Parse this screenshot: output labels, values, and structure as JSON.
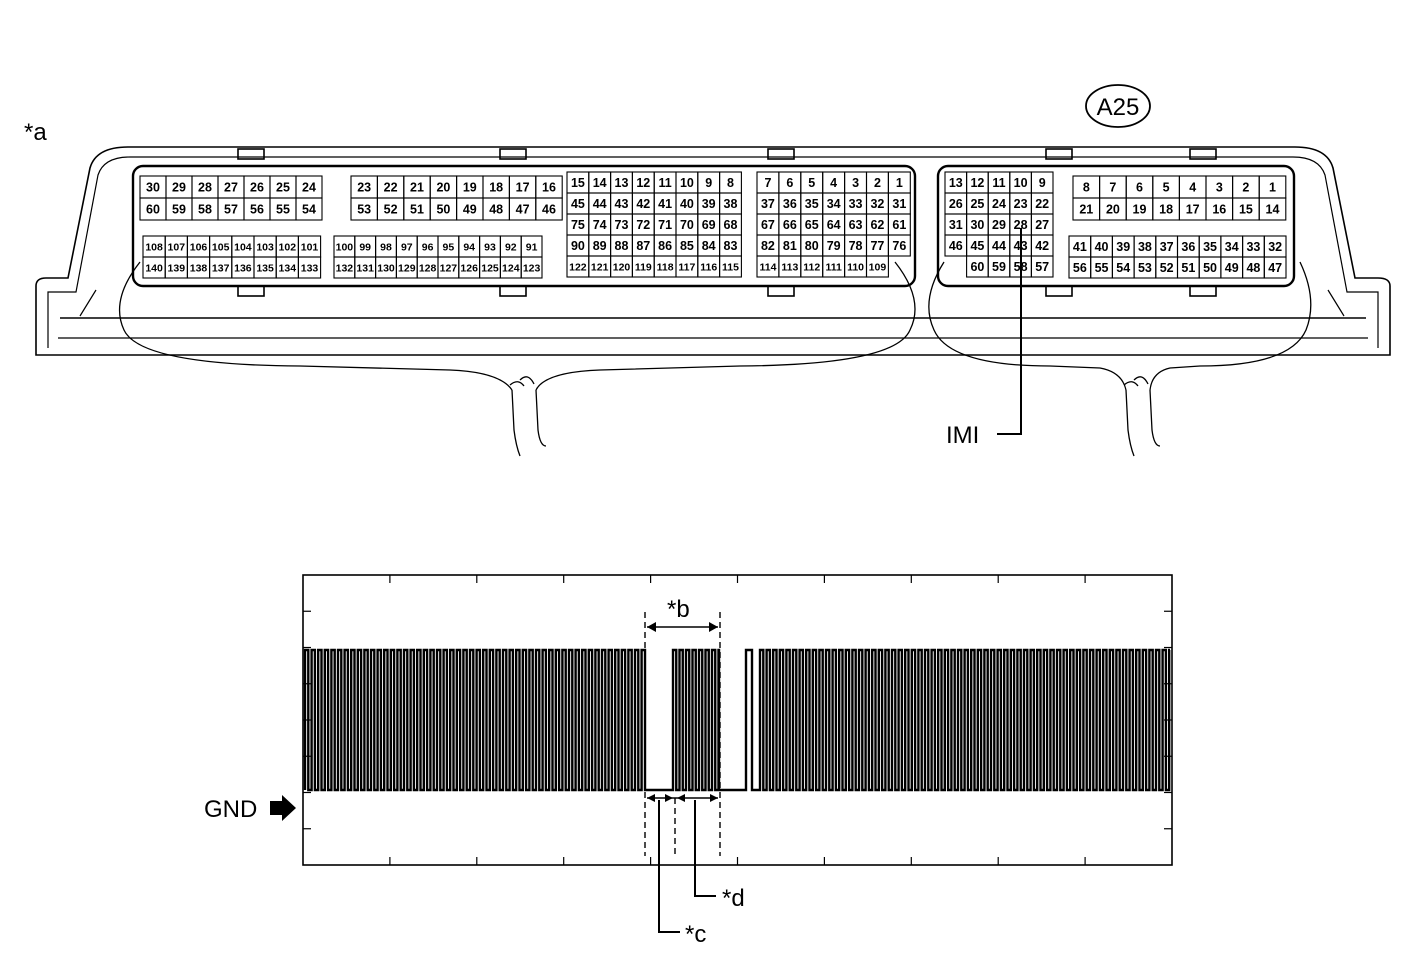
{
  "labels": {
    "a": "*a",
    "b": "*b",
    "c": "*c",
    "d": "*d",
    "connector": "A25",
    "imi": "IMI",
    "gnd": "GND"
  },
  "connector_left": {
    "blocks": [
      {
        "rows": [
          [
            "30",
            "29",
            "28",
            "27",
            "26",
            "25",
            "24"
          ],
          [
            "60",
            "59",
            "58",
            "57",
            "56",
            "55",
            "54"
          ]
        ]
      },
      {
        "rows": [
          [
            "108",
            "107",
            "106",
            "105",
            "104",
            "103",
            "102",
            "101"
          ],
          [
            "140",
            "139",
            "138",
            "137",
            "136",
            "135",
            "134",
            "133"
          ]
        ]
      },
      {
        "rows": [
          [
            "23",
            "22",
            "21",
            "20",
            "19",
            "18",
            "17",
            "16"
          ],
          [
            "53",
            "52",
            "51",
            "50",
            "49",
            "48",
            "47",
            "46"
          ]
        ]
      },
      {
        "rows": [
          [
            "100",
            "99",
            "98",
            "97",
            "96",
            "95",
            "94",
            "93",
            "92",
            "91"
          ],
          [
            "132",
            "131",
            "130",
            "129",
            "128",
            "127",
            "126",
            "125",
            "124",
            "123"
          ]
        ]
      },
      {
        "rows": [
          [
            "15",
            "14",
            "13",
            "12",
            "11",
            "10",
            "9",
            "8"
          ],
          [
            "45",
            "44",
            "43",
            "42",
            "41",
            "40",
            "39",
            "38"
          ],
          [
            "75",
            "74",
            "73",
            "72",
            "71",
            "70",
            "69",
            "68"
          ],
          [
            "90",
            "89",
            "88",
            "87",
            "86",
            "85",
            "84",
            "83"
          ],
          [
            "122",
            "121",
            "120",
            "119",
            "118",
            "117",
            "116",
            "115"
          ]
        ]
      },
      {
        "rows": [
          [
            "7",
            "6",
            "5",
            "4",
            "3",
            "2",
            "1"
          ],
          [
            "37",
            "36",
            "35",
            "34",
            "33",
            "32",
            "31"
          ],
          [
            "67",
            "66",
            "65",
            "64",
            "63",
            "62",
            "61"
          ],
          [
            "82",
            "81",
            "80",
            "79",
            "78",
            "77",
            "76"
          ],
          [
            "114",
            "113",
            "112",
            "111",
            "110",
            "109"
          ]
        ]
      }
    ]
  },
  "connector_right": {
    "blocks": [
      {
        "rows": [
          [
            "13",
            "12",
            "11",
            "10",
            "9"
          ],
          [
            "26",
            "25",
            "24",
            "23",
            "22"
          ],
          [
            "31",
            "30",
            "29",
            "28",
            "27"
          ],
          [
            "46",
            "45",
            "44",
            "43",
            "42"
          ],
          [
            "",
            "60",
            "59",
            "58",
            "57"
          ]
        ]
      },
      {
        "rows": [
          [
            "8",
            "7",
            "6",
            "5",
            "4",
            "3",
            "2",
            "1"
          ],
          [
            "21",
            "20",
            "19",
            "18",
            "17",
            "16",
            "15",
            "14"
          ]
        ]
      },
      {
        "rows": [
          [
            "41",
            "40",
            "39",
            "38",
            "37",
            "36",
            "35",
            "34",
            "33",
            "32"
          ],
          [
            "56",
            "55",
            "54",
            "53",
            "52",
            "51",
            "50",
            "49",
            "48",
            "47"
          ]
        ]
      }
    ]
  }
}
